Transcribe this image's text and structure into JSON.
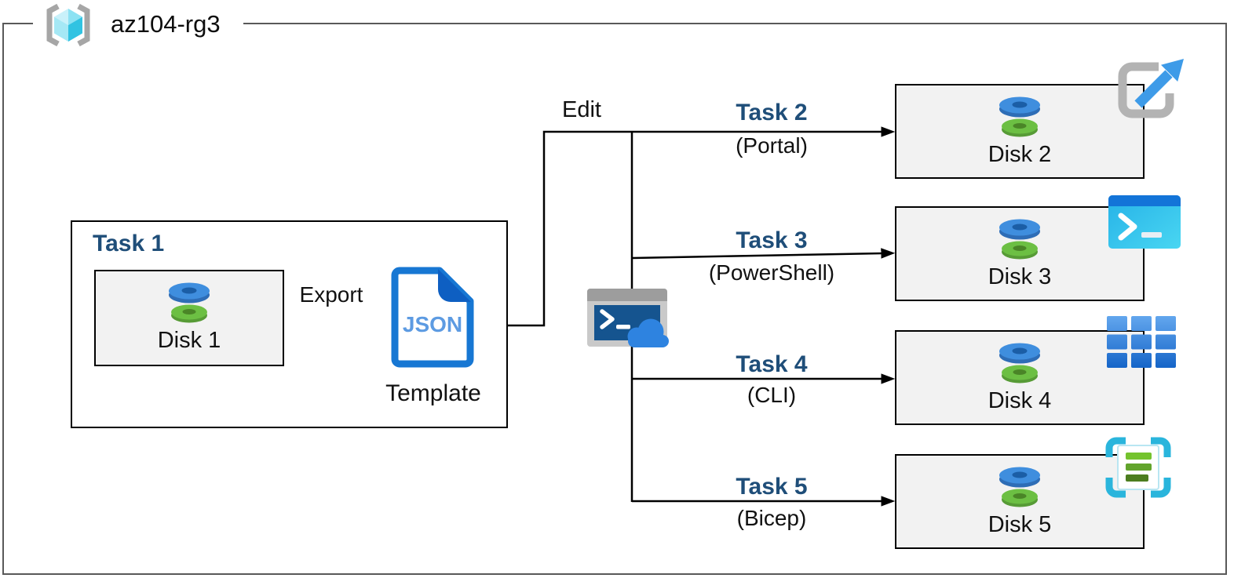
{
  "resource_group": {
    "name": "az104-rg3",
    "icon": "cube-brackets-resource-group-icon"
  },
  "task1": {
    "title": "Task 1",
    "disk_label": "Disk 1",
    "disk_icon": "managed-disk-icon",
    "export_label": "Export",
    "template_doc_label": "JSON",
    "template_caption": "Template",
    "template_icon": "json-document-icon"
  },
  "edit_label": "Edit",
  "middle_icon": "cloud-shell-terminal-icon",
  "branches": [
    {
      "task": "Task 2",
      "method": "(Portal)",
      "disk": "Disk 2",
      "icon": "portal-launch-icon"
    },
    {
      "task": "Task 3",
      "method": "(PowerShell)",
      "disk": "Disk 3",
      "icon": "powershell-icon"
    },
    {
      "task": "Task 4",
      "method": "(CLI)",
      "disk": "Disk 4",
      "icon": "cli-grid-icon"
    },
    {
      "task": "Task 5",
      "method": "(Bicep)",
      "disk": "Disk 5",
      "icon": "bicep-icon"
    }
  ],
  "colors": {
    "task_label": "#1f4e79",
    "text": "#111111",
    "outer_border": "#595959",
    "inner_border": "#000000",
    "disk_box_fill": "#f2f2f2",
    "disk_blue": "#3f8ede",
    "disk_green": "#6cbf43",
    "json_blue": "#1777d3",
    "json_text_blue": "#5d9be2",
    "arrow_blue": "#3e9be8",
    "cyan_cube": "#31c3e2",
    "bicep_cyan": "#2ab5dc"
  }
}
